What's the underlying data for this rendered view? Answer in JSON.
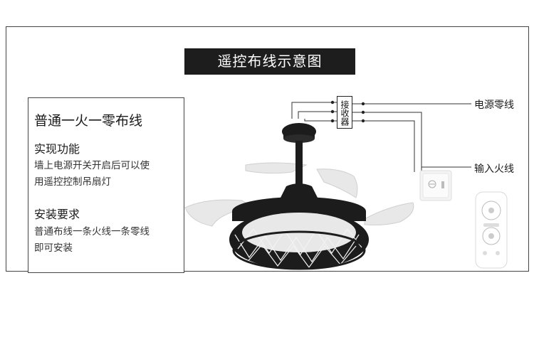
{
  "title": "遥控布线示意图",
  "info": {
    "heading": "普通一火一零布线",
    "feature_title": "实现功能",
    "feature_lines": [
      "墙上电源开关开启后可以使",
      "用遥控控制吊扇灯"
    ],
    "install_title": "安装要求",
    "install_lines": [
      "普通布线一条火线一条零线",
      "即可安装"
    ]
  },
  "wiring": {
    "receiver_label": "接收器",
    "neutral_label": "电源零线",
    "live_label": "输入火线"
  },
  "colors": {
    "banner": "#1d1d1d",
    "fan_body": "#1c1c1c",
    "blade": "#dcdcdc",
    "wire": "#333333"
  },
  "icons": [
    "ceiling-fan-icon",
    "wall-switch-icon",
    "remote-control-icon"
  ]
}
